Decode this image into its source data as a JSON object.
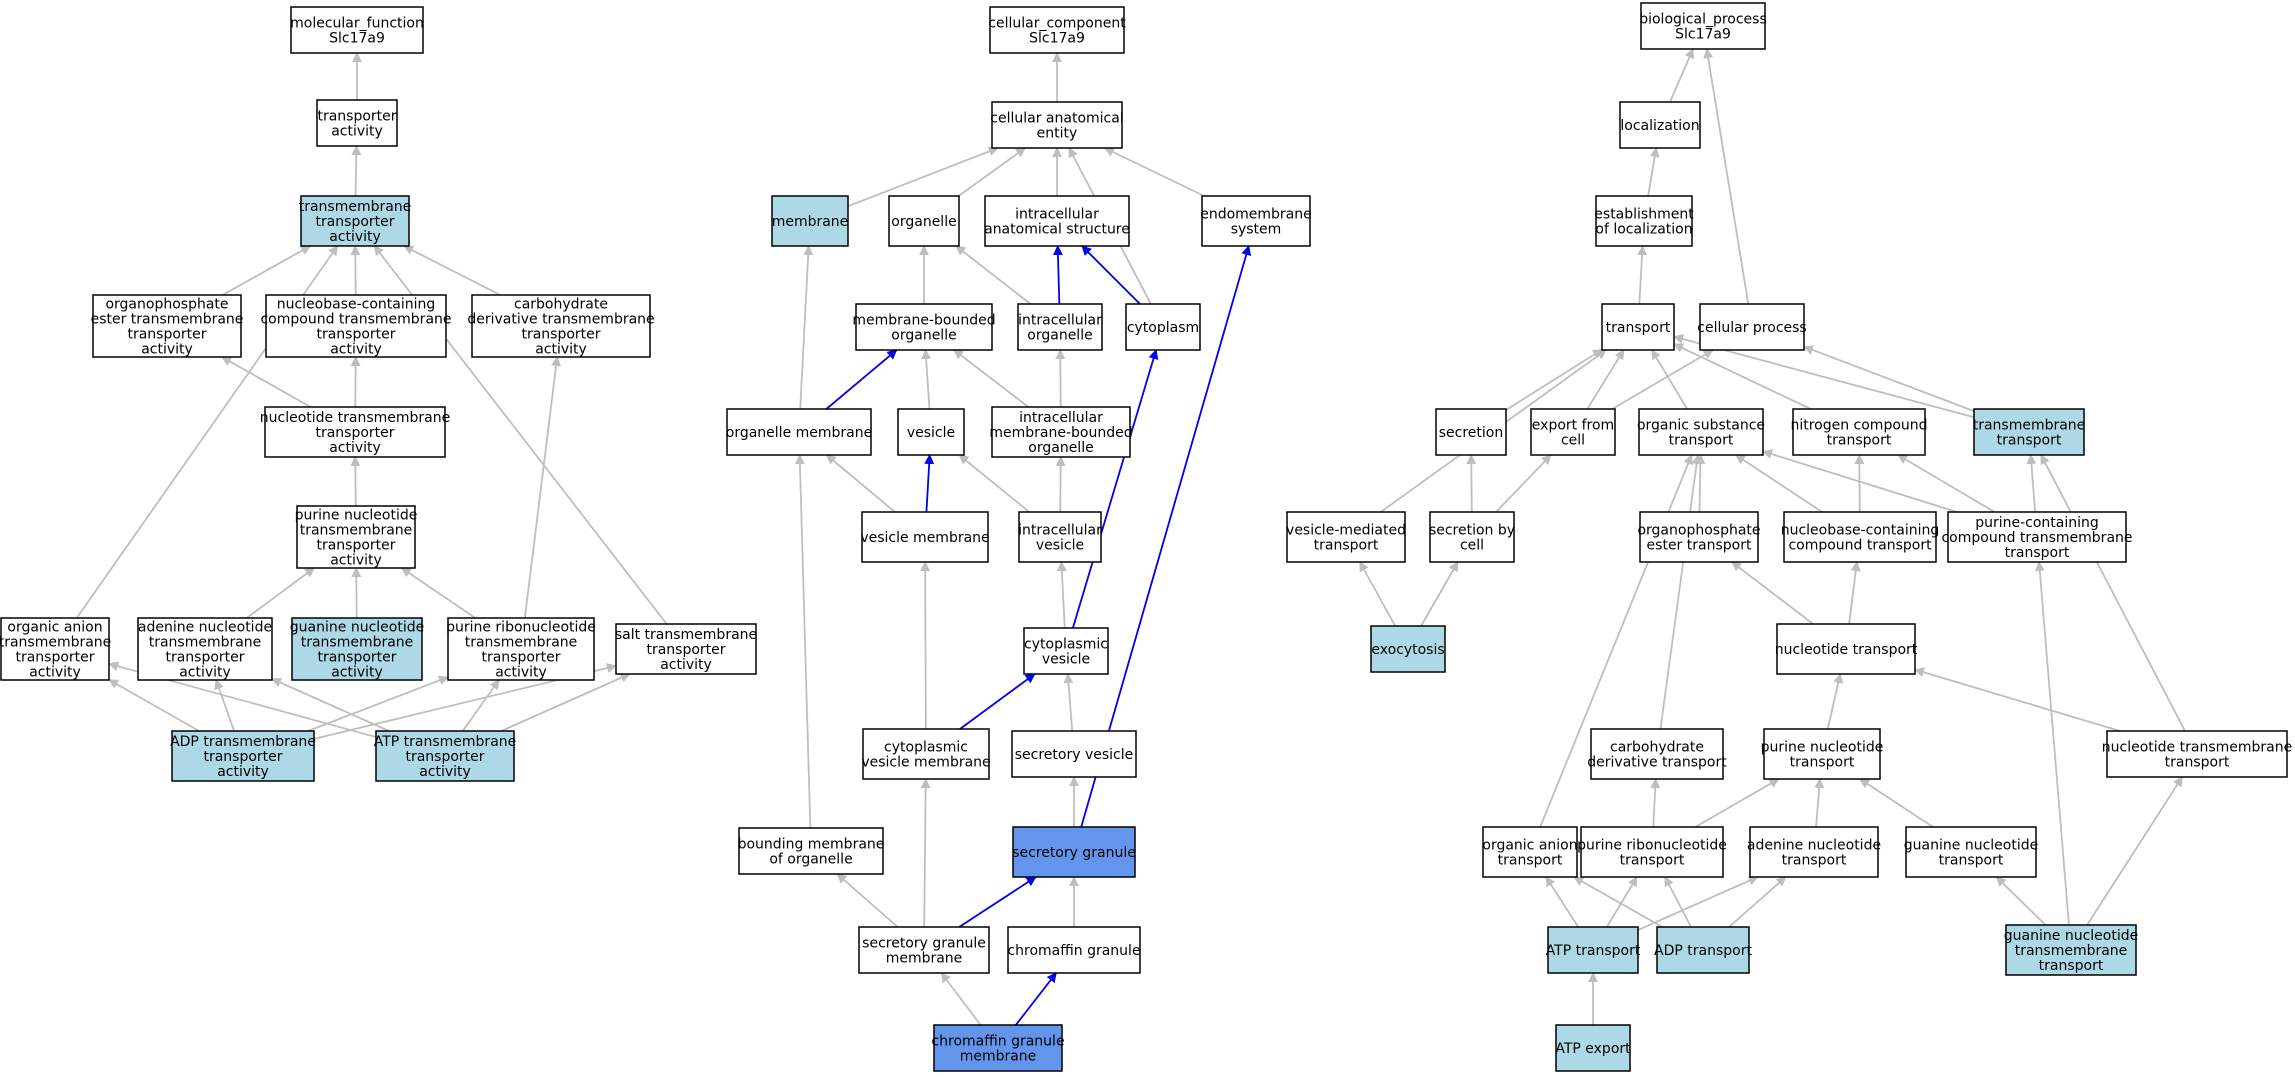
{
  "colors": {
    "plain": "#ffffff",
    "highlight": "#add8e6",
    "focus": "#6495ed",
    "edge": "#bebebe",
    "edge_strong": "#0000ee"
  },
  "nodes": [
    {
      "id": "mf_root",
      "lines": [
        "molecular_function",
        "Slc17a9"
      ],
      "style": "plain"
    },
    {
      "id": "transporter_activity",
      "lines": [
        "transporter",
        "activity"
      ],
      "style": "plain"
    },
    {
      "id": "tm_transporter_activity",
      "lines": [
        "transmembrane",
        "transporter",
        "activity"
      ],
      "style": "highlight"
    },
    {
      "id": "orgphos_ester_tm",
      "lines": [
        "organophosphate",
        "ester transmembrane",
        "transporter",
        "activity"
      ],
      "style": "plain"
    },
    {
      "id": "nucleobase_tm",
      "lines": [
        "nucleobase-containing",
        "compound transmembrane",
        "transporter",
        "activity"
      ],
      "style": "plain"
    },
    {
      "id": "carb_deriv_tm",
      "lines": [
        "carbohydrate",
        "derivative transmembrane",
        "transporter",
        "activity"
      ],
      "style": "plain"
    },
    {
      "id": "nucleotide_tm_act",
      "lines": [
        "nucleotide transmembrane",
        "transporter",
        "activity"
      ],
      "style": "plain"
    },
    {
      "id": "purine_nuc_tm_act",
      "lines": [
        "purine nucleotide",
        "transmembrane",
        "transporter",
        "activity"
      ],
      "style": "plain"
    },
    {
      "id": "org_anion_tm_act",
      "lines": [
        "organic anion",
        "transmembrane",
        "transporter",
        "activity"
      ],
      "style": "plain"
    },
    {
      "id": "adenine_nuc_tm_act",
      "lines": [
        "adenine nucleotide",
        "transmembrane",
        "transporter",
        "activity"
      ],
      "style": "plain"
    },
    {
      "id": "guanine_nuc_tm_act",
      "lines": [
        "guanine nucleotide",
        "transmembrane",
        "transporter",
        "activity"
      ],
      "style": "highlight"
    },
    {
      "id": "purine_ribo_tm_act",
      "lines": [
        "purine ribonucleotide",
        "transmembrane",
        "transporter",
        "activity"
      ],
      "style": "plain"
    },
    {
      "id": "salt_tm_act",
      "lines": [
        "salt transmembrane",
        "transporter",
        "activity"
      ],
      "style": "plain"
    },
    {
      "id": "adp_tm_act",
      "lines": [
        "ADP transmembrane",
        "transporter",
        "activity"
      ],
      "style": "highlight"
    },
    {
      "id": "atp_tm_act",
      "lines": [
        "ATP transmembrane",
        "transporter",
        "activity"
      ],
      "style": "highlight"
    },
    {
      "id": "cc_root",
      "lines": [
        "cellular_component",
        "Slc17a9"
      ],
      "style": "plain"
    },
    {
      "id": "cell_anat",
      "lines": [
        "cellular anatomical",
        "entity"
      ],
      "style": "plain"
    },
    {
      "id": "membrane",
      "lines": [
        "membrane"
      ],
      "style": "highlight"
    },
    {
      "id": "organelle",
      "lines": [
        "organelle"
      ],
      "style": "plain"
    },
    {
      "id": "intracell_anat",
      "lines": [
        "intracellular",
        "anatomical structure"
      ],
      "style": "plain"
    },
    {
      "id": "endomembrane",
      "lines": [
        "endomembrane",
        "system"
      ],
      "style": "plain"
    },
    {
      "id": "membrane_bounded_org",
      "lines": [
        "membrane-bounded",
        "organelle"
      ],
      "style": "plain"
    },
    {
      "id": "intracell_org",
      "lines": [
        "intracellular",
        "organelle"
      ],
      "style": "plain"
    },
    {
      "id": "cytoplasm",
      "lines": [
        "cytoplasm"
      ],
      "style": "plain"
    },
    {
      "id": "organelle_membrane",
      "lines": [
        "organelle membrane"
      ],
      "style": "plain"
    },
    {
      "id": "vesicle",
      "lines": [
        "vesicle"
      ],
      "style": "plain"
    },
    {
      "id": "intracell_mb_org",
      "lines": [
        "intracellular",
        "membrane-bounded",
        "organelle"
      ],
      "style": "plain"
    },
    {
      "id": "vesicle_membrane",
      "lines": [
        "vesicle membrane"
      ],
      "style": "plain"
    },
    {
      "id": "intracell_vesicle",
      "lines": [
        "intracellular",
        "vesicle"
      ],
      "style": "plain"
    },
    {
      "id": "cyto_vesicle",
      "lines": [
        "cytoplasmic",
        "vesicle"
      ],
      "style": "plain"
    },
    {
      "id": "cyto_vesicle_membrane",
      "lines": [
        "cytoplasmic",
        "vesicle membrane"
      ],
      "style": "plain"
    },
    {
      "id": "secretory_vesicle",
      "lines": [
        "secretory vesicle"
      ],
      "style": "plain"
    },
    {
      "id": "bounding_membrane",
      "lines": [
        "bounding membrane",
        "of organelle"
      ],
      "style": "plain"
    },
    {
      "id": "secretory_granule",
      "lines": [
        "secretory granule"
      ],
      "style": "focus"
    },
    {
      "id": "sec_granule_membrane",
      "lines": [
        "secretory granule",
        "membrane"
      ],
      "style": "plain"
    },
    {
      "id": "chromaffin_granule",
      "lines": [
        "chromaffin granule"
      ],
      "style": "plain"
    },
    {
      "id": "chromaffin_granule_membrane",
      "lines": [
        "chromaffin granule",
        "membrane"
      ],
      "style": "focus"
    },
    {
      "id": "bp_root",
      "lines": [
        "biological_process",
        "Slc17a9"
      ],
      "style": "plain"
    },
    {
      "id": "localization",
      "lines": [
        "localization"
      ],
      "style": "plain"
    },
    {
      "id": "estab_localization",
      "lines": [
        "establishment",
        "of localization"
      ],
      "style": "plain"
    },
    {
      "id": "transport",
      "lines": [
        "transport"
      ],
      "style": "plain"
    },
    {
      "id": "cellular_process",
      "lines": [
        "cellular process"
      ],
      "style": "plain"
    },
    {
      "id": "secretion",
      "lines": [
        "secretion"
      ],
      "style": "plain"
    },
    {
      "id": "export_from_cell",
      "lines": [
        "export from",
        "cell"
      ],
      "style": "plain"
    },
    {
      "id": "organic_subst_transport",
      "lines": [
        "organic substance",
        "transport"
      ],
      "style": "plain"
    },
    {
      "id": "nitrogen_compound_transport",
      "lines": [
        "nitrogen compound",
        "transport"
      ],
      "style": "plain"
    },
    {
      "id": "tm_transport",
      "lines": [
        "transmembrane",
        "transport"
      ],
      "style": "highlight"
    },
    {
      "id": "vesicle_mediated_transport",
      "lines": [
        "vesicle-mediated",
        "transport"
      ],
      "style": "plain"
    },
    {
      "id": "secretion_by_cell",
      "lines": [
        "secretion by",
        "cell"
      ],
      "style": "plain"
    },
    {
      "id": "orgphos_ester_transport",
      "lines": [
        "organophosphate",
        "ester transport"
      ],
      "style": "plain"
    },
    {
      "id": "nucleobase_compound_transport",
      "lines": [
        "nucleobase-containing",
        "compound transport"
      ],
      "style": "plain"
    },
    {
      "id": "purine_compound_tm_transport",
      "lines": [
        "purine-containing",
        "compound transmembrane",
        "transport"
      ],
      "style": "plain"
    },
    {
      "id": "exocytosis",
      "lines": [
        "exocytosis"
      ],
      "style": "highlight"
    },
    {
      "id": "nucleotide_transport",
      "lines": [
        "nucleotide transport"
      ],
      "style": "plain"
    },
    {
      "id": "carb_deriv_transport",
      "lines": [
        "carbohydrate",
        "derivative transport"
      ],
      "style": "plain"
    },
    {
      "id": "purine_nucleotide_transport",
      "lines": [
        "purine nucleotide",
        "transport"
      ],
      "style": "plain"
    },
    {
      "id": "nucleotide_tm_transport",
      "lines": [
        "nucleotide transmembrane",
        "transport"
      ],
      "style": "plain"
    },
    {
      "id": "organic_anion_transport",
      "lines": [
        "organic anion",
        "transport"
      ],
      "style": "plain"
    },
    {
      "id": "purine_ribo_transport",
      "lines": [
        "purine ribonucleotide",
        "transport"
      ],
      "style": "plain"
    },
    {
      "id": "adenine_nuc_transport",
      "lines": [
        "adenine nucleotide",
        "transport"
      ],
      "style": "plain"
    },
    {
      "id": "guanine_nuc_transport",
      "lines": [
        "guanine nucleotide",
        "transport"
      ],
      "style": "plain"
    },
    {
      "id": "atp_transport",
      "lines": [
        "ATP transport"
      ],
      "style": "highlight"
    },
    {
      "id": "adp_transport",
      "lines": [
        "ADP transport"
      ],
      "style": "highlight"
    },
    {
      "id": "guanine_nuc_tm_transport",
      "lines": [
        "guanine nucleotide",
        "transmembrane",
        "transport"
      ],
      "style": "highlight"
    },
    {
      "id": "atp_export",
      "lines": [
        "ATP export"
      ],
      "style": "highlight"
    }
  ],
  "edges": [
    {
      "from": "transporter_activity",
      "to": "mf_root",
      "style": "edge"
    },
    {
      "from": "tm_transporter_activity",
      "to": "transporter_activity",
      "style": "edge"
    },
    {
      "from": "orgphos_ester_tm",
      "to": "tm_transporter_activity",
      "style": "edge"
    },
    {
      "from": "nucleobase_tm",
      "to": "tm_transporter_activity",
      "style": "edge"
    },
    {
      "from": "carb_deriv_tm",
      "to": "tm_transporter_activity",
      "style": "edge"
    },
    {
      "from": "org_anion_tm_act",
      "to": "tm_transporter_activity",
      "style": "edge"
    },
    {
      "from": "salt_tm_act",
      "to": "tm_transporter_activity",
      "style": "edge"
    },
    {
      "from": "nucleotide_tm_act",
      "to": "orgphos_ester_tm",
      "style": "edge"
    },
    {
      "from": "nucleotide_tm_act",
      "to": "nucleobase_tm",
      "style": "edge"
    },
    {
      "from": "purine_nuc_tm_act",
      "to": "nucleotide_tm_act",
      "style": "edge"
    },
    {
      "from": "adenine_nuc_tm_act",
      "to": "purine_nuc_tm_act",
      "style": "edge"
    },
    {
      "from": "guanine_nuc_tm_act",
      "to": "purine_nuc_tm_act",
      "style": "edge"
    },
    {
      "from": "purine_ribo_tm_act",
      "to": "purine_nuc_tm_act",
      "style": "edge"
    },
    {
      "from": "purine_ribo_tm_act",
      "to": "carb_deriv_tm",
      "style": "edge"
    },
    {
      "from": "adp_tm_act",
      "to": "org_anion_tm_act",
      "style": "edge"
    },
    {
      "from": "adp_tm_act",
      "to": "adenine_nuc_tm_act",
      "style": "edge"
    },
    {
      "from": "adp_tm_act",
      "to": "purine_ribo_tm_act",
      "style": "edge"
    },
    {
      "from": "adp_tm_act",
      "to": "salt_tm_act",
      "style": "edge"
    },
    {
      "from": "atp_tm_act",
      "to": "org_anion_tm_act",
      "style": "edge"
    },
    {
      "from": "atp_tm_act",
      "to": "adenine_nuc_tm_act",
      "style": "edge"
    },
    {
      "from": "atp_tm_act",
      "to": "purine_ribo_tm_act",
      "style": "edge"
    },
    {
      "from": "atp_tm_act",
      "to": "salt_tm_act",
      "style": "edge"
    },
    {
      "from": "cell_anat",
      "to": "cc_root",
      "style": "edge"
    },
    {
      "from": "membrane",
      "to": "cell_anat",
      "style": "edge"
    },
    {
      "from": "organelle",
      "to": "cell_anat",
      "style": "edge"
    },
    {
      "from": "intracell_anat",
      "to": "cell_anat",
      "style": "edge"
    },
    {
      "from": "endomembrane",
      "to": "cell_anat",
      "style": "edge"
    },
    {
      "from": "cytoplasm",
      "to": "cell_anat",
      "style": "edge"
    },
    {
      "from": "membrane_bounded_org",
      "to": "organelle",
      "style": "edge"
    },
    {
      "from": "intracell_org",
      "to": "organelle",
      "style": "edge"
    },
    {
      "from": "intracell_org",
      "to": "intracell_anat",
      "style": "edge_strong"
    },
    {
      "from": "cytoplasm",
      "to": "intracell_anat",
      "style": "edge_strong"
    },
    {
      "from": "organelle_membrane",
      "to": "membrane",
      "style": "edge"
    },
    {
      "from": "organelle_membrane",
      "to": "membrane_bounded_org",
      "style": "edge_strong"
    },
    {
      "from": "vesicle",
      "to": "membrane_bounded_org",
      "style": "edge"
    },
    {
      "from": "intracell_mb_org",
      "to": "membrane_bounded_org",
      "style": "edge"
    },
    {
      "from": "intracell_mb_org",
      "to": "intracell_org",
      "style": "edge"
    },
    {
      "from": "vesicle_membrane",
      "to": "organelle_membrane",
      "style": "edge"
    },
    {
      "from": "vesicle_membrane",
      "to": "vesicle",
      "style": "edge_strong"
    },
    {
      "from": "intracell_vesicle",
      "to": "vesicle",
      "style": "edge"
    },
    {
      "from": "intracell_vesicle",
      "to": "intracell_mb_org",
      "style": "edge"
    },
    {
      "from": "cyto_vesicle",
      "to": "intracell_vesicle",
      "style": "edge"
    },
    {
      "from": "cyto_vesicle",
      "to": "cytoplasm",
      "style": "edge_strong"
    },
    {
      "from": "cyto_vesicle_membrane",
      "to": "vesicle_membrane",
      "style": "edge"
    },
    {
      "from": "cyto_vesicle_membrane",
      "to": "cyto_vesicle",
      "style": "edge_strong"
    },
    {
      "from": "secretory_vesicle",
      "to": "cyto_vesicle",
      "style": "edge"
    },
    {
      "from": "bounding_membrane",
      "to": "organelle_membrane",
      "style": "edge"
    },
    {
      "from": "secretory_granule",
      "to": "secretory_vesicle",
      "style": "edge"
    },
    {
      "from": "secretory_granule",
      "to": "endomembrane",
      "style": "edge_strong"
    },
    {
      "from": "sec_granule_membrane",
      "to": "bounding_membrane",
      "style": "edge"
    },
    {
      "from": "sec_granule_membrane",
      "to": "cyto_vesicle_membrane",
      "style": "edge"
    },
    {
      "from": "sec_granule_membrane",
      "to": "secretory_granule",
      "style": "edge_strong"
    },
    {
      "from": "chromaffin_granule",
      "to": "secretory_granule",
      "style": "edge"
    },
    {
      "from": "chromaffin_granule_membrane",
      "to": "sec_granule_membrane",
      "style": "edge"
    },
    {
      "from": "chromaffin_granule_membrane",
      "to": "chromaffin_granule",
      "style": "edge_strong"
    },
    {
      "from": "localization",
      "to": "bp_root",
      "style": "edge"
    },
    {
      "from": "cellular_process",
      "to": "bp_root",
      "style": "edge"
    },
    {
      "from": "estab_localization",
      "to": "localization",
      "style": "edge"
    },
    {
      "from": "transport",
      "to": "estab_localization",
      "style": "edge"
    },
    {
      "from": "vesicle_mediated_transport",
      "to": "transport",
      "style": "edge"
    },
    {
      "from": "secretion",
      "to": "transport",
      "style": "edge"
    },
    {
      "from": "export_from_cell",
      "to": "transport",
      "style": "edge"
    },
    {
      "from": "organic_subst_transport",
      "to": "transport",
      "style": "edge"
    },
    {
      "from": "nitrogen_compound_transport",
      "to": "transport",
      "style": "edge"
    },
    {
      "from": "tm_transport",
      "to": "transport",
      "style": "edge"
    },
    {
      "from": "export_from_cell",
      "to": "cellular_process",
      "style": "edge"
    },
    {
      "from": "tm_transport",
      "to": "cellular_process",
      "style": "edge"
    },
    {
      "from": "secretion_by_cell",
      "to": "secretion",
      "style": "edge"
    },
    {
      "from": "secretion_by_cell",
      "to": "export_from_cell",
      "style": "edge"
    },
    {
      "from": "exocytosis",
      "to": "vesicle_mediated_transport",
      "style": "edge"
    },
    {
      "from": "exocytosis",
      "to": "secretion_by_cell",
      "style": "edge"
    },
    {
      "from": "orgphos_ester_transport",
      "to": "organic_subst_transport",
      "style": "edge"
    },
    {
      "from": "nucleobase_compound_transport",
      "to": "organic_subst_transport",
      "style": "edge"
    },
    {
      "from": "nucleobase_compound_transport",
      "to": "nitrogen_compound_transport",
      "style": "edge"
    },
    {
      "from": "purine_compound_tm_transport",
      "to": "organic_subst_transport",
      "style": "edge"
    },
    {
      "from": "purine_compound_tm_transport",
      "to": "nitrogen_compound_transport",
      "style": "edge"
    },
    {
      "from": "purine_compound_tm_transport",
      "to": "tm_transport",
      "style": "edge"
    },
    {
      "from": "nucleotide_transport",
      "to": "orgphos_ester_transport",
      "style": "edge"
    },
    {
      "from": "nucleotide_transport",
      "to": "nucleobase_compound_transport",
      "style": "edge"
    },
    {
      "from": "carb_deriv_transport",
      "to": "organic_subst_transport",
      "style": "edge"
    },
    {
      "from": "organic_anion_transport",
      "to": "organic_subst_transport",
      "style": "edge"
    },
    {
      "from": "nucleotide_tm_transport",
      "to": "nucleotide_transport",
      "style": "edge"
    },
    {
      "from": "nucleotide_tm_transport",
      "to": "tm_transport",
      "style": "edge"
    },
    {
      "from": "purine_nucleotide_transport",
      "to": "nucleotide_transport",
      "style": "edge"
    },
    {
      "from": "purine_ribo_transport",
      "to": "purine_nucleotide_transport",
      "style": "edge"
    },
    {
      "from": "purine_ribo_transport",
      "to": "carb_deriv_transport",
      "style": "edge"
    },
    {
      "from": "adenine_nuc_transport",
      "to": "purine_nucleotide_transport",
      "style": "edge"
    },
    {
      "from": "guanine_nuc_transport",
      "to": "purine_nucleotide_transport",
      "style": "edge"
    },
    {
      "from": "atp_transport",
      "to": "organic_anion_transport",
      "style": "edge"
    },
    {
      "from": "atp_transport",
      "to": "purine_ribo_transport",
      "style": "edge"
    },
    {
      "from": "atp_transport",
      "to": "adenine_nuc_transport",
      "style": "edge"
    },
    {
      "from": "adp_transport",
      "to": "organic_anion_transport",
      "style": "edge"
    },
    {
      "from": "adp_transport",
      "to": "purine_ribo_transport",
      "style": "edge"
    },
    {
      "from": "adp_transport",
      "to": "adenine_nuc_transport",
      "style": "edge"
    },
    {
      "from": "guanine_nuc_tm_transport",
      "to": "guanine_nuc_transport",
      "style": "edge"
    },
    {
      "from": "guanine_nuc_tm_transport",
      "to": "purine_compound_tm_transport",
      "style": "edge"
    },
    {
      "from": "guanine_nuc_tm_transport",
      "to": "nucleotide_tm_transport",
      "style": "edge"
    },
    {
      "from": "atp_export",
      "to": "atp_transport",
      "style": "edge"
    }
  ]
}
